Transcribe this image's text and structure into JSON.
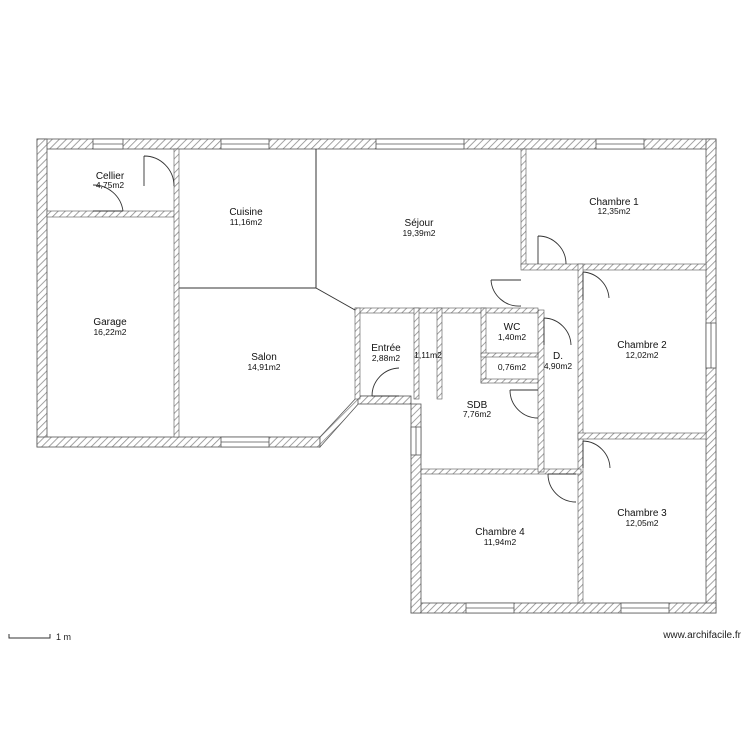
{
  "rooms": {
    "cellier": {
      "name": "Cellier",
      "area": "4,75m2"
    },
    "garage": {
      "name": "Garage",
      "area": "16,22m2"
    },
    "cuisine": {
      "name": "Cuisine",
      "area": "11,16m2"
    },
    "salon": {
      "name": "Salon",
      "area": "14,91m2"
    },
    "sejour": {
      "name": "Séjour",
      "area": "19,39m2"
    },
    "entree": {
      "name": "Entrée",
      "area": "2,88m2"
    },
    "placard": {
      "name": "",
      "area": "1,11m2"
    },
    "wc": {
      "name": "WC",
      "area": "1,40m2"
    },
    "small": {
      "name": "",
      "area": "0,76m2"
    },
    "sdb": {
      "name": "SDB",
      "area": "7,76m2"
    },
    "degt": {
      "name": "D.",
      "area": "4,90m2"
    },
    "chambre1": {
      "name": "Chambre 1",
      "area": "12,35m2"
    },
    "chambre2": {
      "name": "Chambre 2",
      "area": "12,02m2"
    },
    "chambre3": {
      "name": "Chambre 3",
      "area": "12,05m2"
    },
    "chambre4": {
      "name": "Chambre 4",
      "area": "11,94m2"
    }
  },
  "scale": {
    "label": "1 m"
  },
  "credit": {
    "text": "www.archifacile.fr"
  },
  "colors": {
    "wall": "#7a7a7a",
    "hatch": "#8c8c8c",
    "fill": "#ffffff",
    "line": "#222222"
  }
}
